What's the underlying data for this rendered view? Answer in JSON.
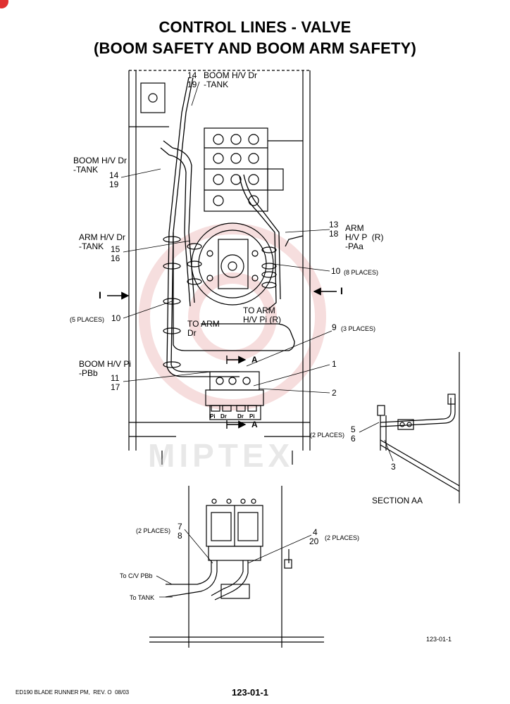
{
  "title": {
    "line1": "CONTROL LINES - VALVE",
    "line2": "(BOOM SAFETY AND BOOM ARM SAFETY)"
  },
  "labels": {
    "boom_hv_top": "BOOM H/V Dr\n-TANK",
    "num_14_top": "14",
    "num_19_top": "19",
    "boom_hv_left": "BOOM H/V Dr\n-TANK",
    "num_14_left": "14",
    "num_19_left": "19",
    "arm_hv_dr": "ARM H/V Dr\n-TANK",
    "num_15": "15",
    "num_16": "16",
    "arm_hvp": "ARM\nH/V P  (R)\n-PAa",
    "num_13": "13",
    "num_18": "18",
    "num_10_right": "10",
    "places_8": "(8 PLACES)",
    "section_i_left": "I",
    "section_i_right": "I",
    "places_5": "(5 PLACES)",
    "num_10_left": "10",
    "to_arm_dr": "TO ARM\nDr",
    "to_arm_pi": "TO ARM\nH/V Pi (R)",
    "num_9": "9",
    "places_3": "(3 PLACES)",
    "boom_hv_pi": "BOOM H/V Pi\n-PBb",
    "num_11": "11",
    "num_17": "17",
    "section_a_top": "A",
    "num_1": "1",
    "num_2": "2",
    "section_a_bottom": "A",
    "port_pi_1": "Pi",
    "port_dr_1": "Dr",
    "port_dr_2": "Dr",
    "port_pi_2": "Pi",
    "places_2_56": "(2 PLACES)",
    "num_5": "5",
    "num_6": "6",
    "num_3": "3",
    "section_aa": "SECTION AA",
    "places_2_78": "(2 PLACES)",
    "num_7": "7",
    "num_8": "8",
    "num_4": "4",
    "num_20": "20",
    "places_2_420": "(2 PLACES)",
    "to_cv_pbb": "To C/V PBb",
    "to_tank": "To TANK",
    "figure_id": "123-01-1"
  },
  "footer": {
    "left": "ED190 BLADE RUNNER PM,  REV. O  08/03",
    "page": "123-01-1"
  },
  "watermark": {
    "text": "MIPTEX",
    "color": "#e6a0a0"
  }
}
